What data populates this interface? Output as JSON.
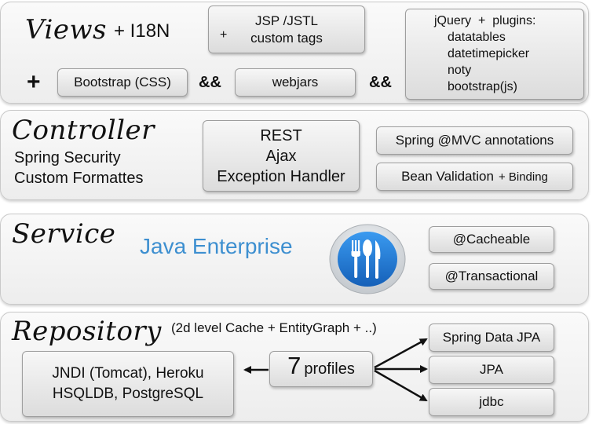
{
  "views": {
    "title": "Views",
    "suffix": "+ I18N",
    "plus": "+",
    "jsp_plus": "+",
    "jsp_line1": "JSP /JSTL",
    "jsp_line2": "custom tags",
    "jquery_lines": [
      "jQuery  +  plugins:",
      "datatables",
      "datetimepicker",
      "noty",
      "bootstrap(js)"
    ],
    "bootstrap": "Bootstrap (CSS)",
    "amp1": "&&",
    "webjars": "webjars",
    "amp2": "&&"
  },
  "controller": {
    "title": "Controller",
    "line1": "Spring Security",
    "line2": "Custom Formattes",
    "rest": "REST",
    "ajax": "Ajax",
    "exception": "Exception Handler",
    "mvc": "Spring @MVC annotations",
    "validation_main": "Bean Validation",
    "validation_tail": "+ Binding"
  },
  "service": {
    "title": "Service",
    "java": "Java Enterprise",
    "cacheable": "@Cacheable",
    "transactional": "@Transactional"
  },
  "repository": {
    "title": "Repository",
    "note": "(2d level Cache + EntityGraph + ..)",
    "jndi_line1": "JNDI (Tomcat), Heroku",
    "jndi_line2": "HSQLDB, PostgreSQL",
    "profiles_num": "7",
    "profiles_word": "profiles",
    "data_jpa": "Spring Data JPA",
    "jpa": "JPA",
    "jdbc": "jdbc"
  },
  "colors": {
    "java_blue": "#3d8fd0",
    "icon_blue": "#1f78d1"
  }
}
